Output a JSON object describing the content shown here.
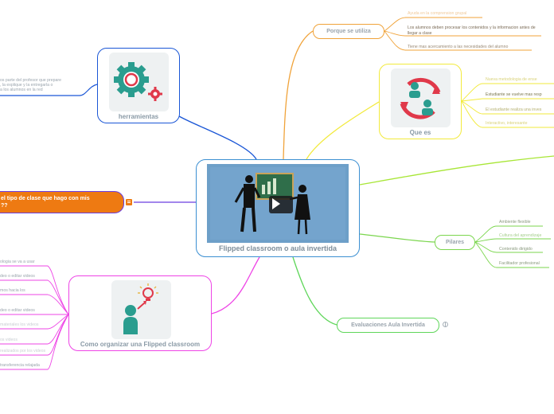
{
  "central": {
    "title": "Flipped classroom o aula invertida",
    "play_icon": "play-icon",
    "video_board": "chalkboard-figures"
  },
  "nodes": {
    "herramientas": {
      "title": "herramientas",
      "icon": "gears-icon",
      "note_lines": [
        "os parte del profesor que prepare",
        ", la explique y la entregarla o",
        "a los alumnos en la red"
      ]
    },
    "porque": {
      "title": "Porque se utiliza",
      "children": [
        "Ayuda en la comprension grupal",
        "Los alumnos deben procesar los contenidos y la informacion antes de llegar a clase",
        "Tiene mas acercamiento a las necesidades del alumno"
      ]
    },
    "que_es": {
      "title": "Que es",
      "icon": "cycle-people-icon",
      "children": [
        "Nueva metodologia de ense",
        "Estudiante se vuelve mas resp",
        "El estudiante realiza una inves",
        "Interactivo, interesante"
      ]
    },
    "tipo_clase": {
      "title_lines": [
        "el tipo de clase que hago con mis",
        "??"
      ],
      "note_icon": "note-icon"
    },
    "pilares": {
      "title": "Pilares",
      "children": [
        "Ambiente flexible",
        "Cultura del aprendizaje",
        "Contenido dirigido",
        "Facilitador profesional"
      ]
    },
    "evaluaciones": {
      "title": "Evaluaciones Aula Invertida",
      "link_icon": "globe-link-icon"
    },
    "organizar": {
      "title": "Como organizar una Flipped classroom",
      "icon": "idea-person-icon",
      "children": [
        "ologia se va a usar",
        "deo o editar videos",
        "mos hacia los",
        "deo o editar videos",
        "materiales los videos",
        "os videos",
        "realizados por los videos",
        "transferencia relajada"
      ]
    }
  },
  "colors": {
    "herramientas": "#1a56d6",
    "porque": "#f0a33a",
    "que_es": "#f2ea3b",
    "tipo_clase": "#ee7a12",
    "pilares": "#7bd64e",
    "evaluaciones": "#5fd65a",
    "organizar": "#ee44e6",
    "central_border": "#3b8fd2"
  }
}
